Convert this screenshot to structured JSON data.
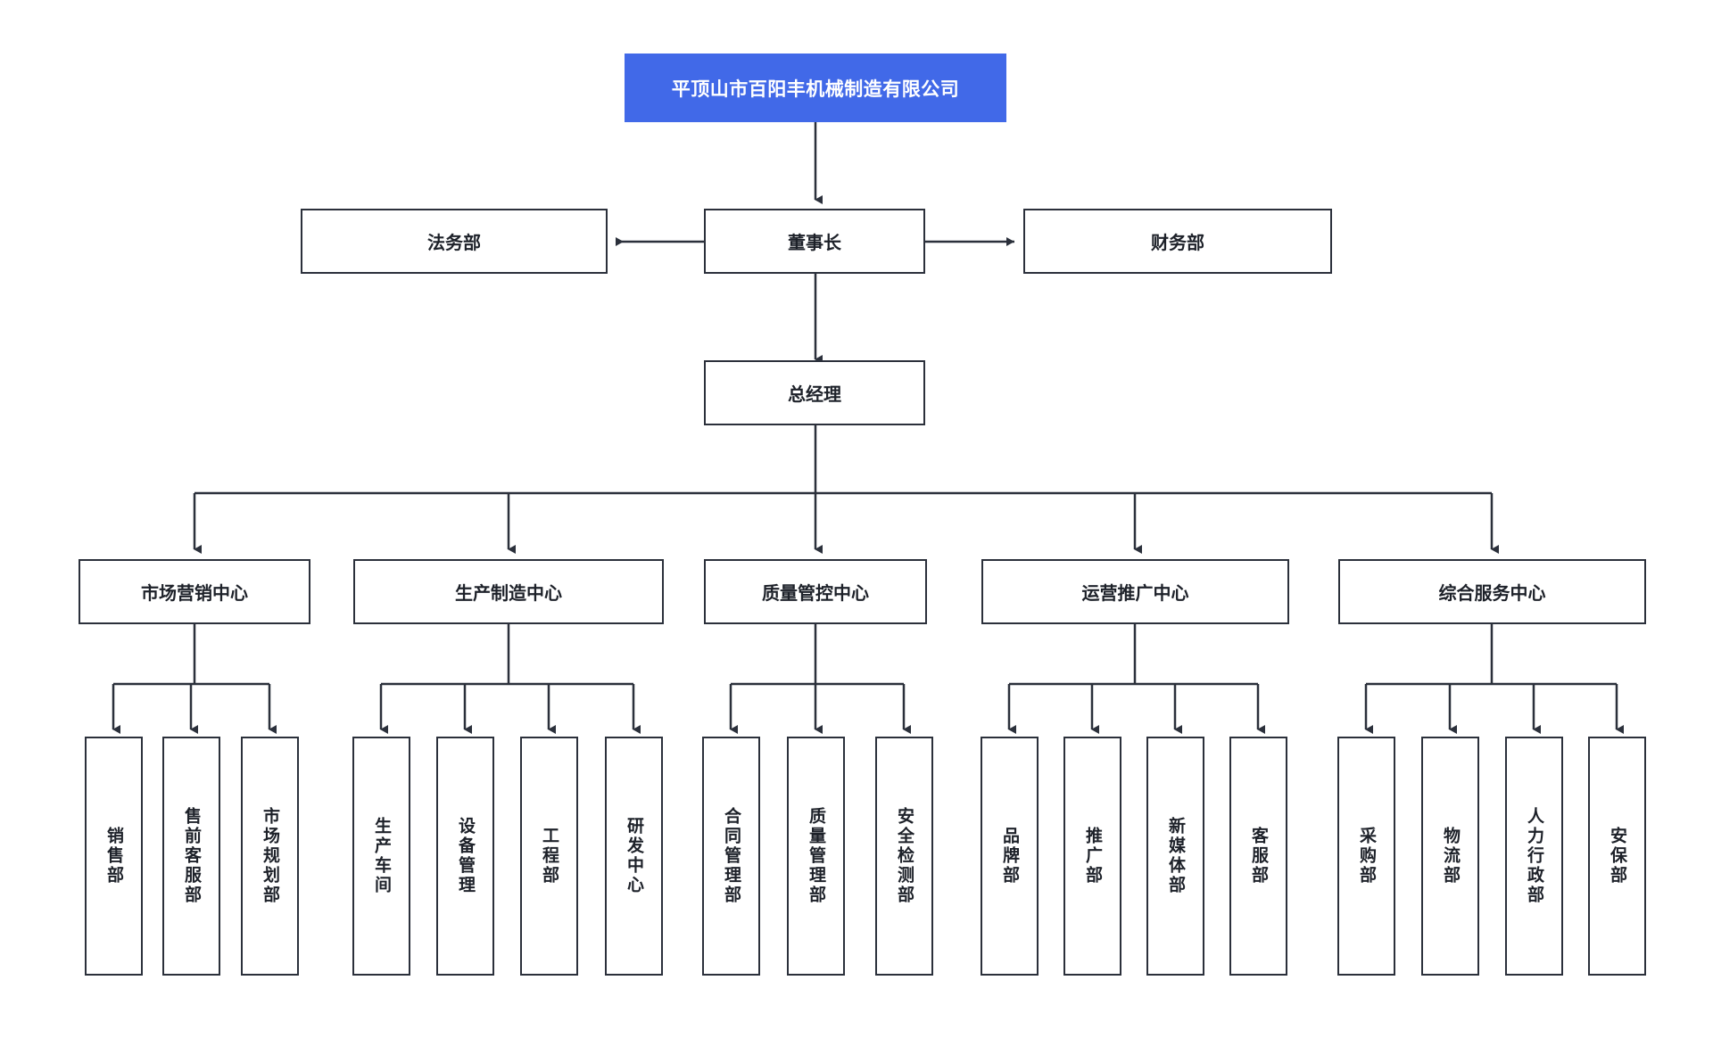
{
  "chart": {
    "type": "org-chart",
    "title": "平顶山市百阳丰机械制造有限公司",
    "accent_color": "#4169E8",
    "border_color": "#2B303B",
    "background_color": "#FFFFFF",
    "root": {
      "label": "平顶山市百阳丰机械制造有限公司"
    },
    "executive": {
      "chairman": "董事长",
      "legal": "法务部",
      "finance": "财务部",
      "general_manager": "总经理"
    },
    "centers": [
      {
        "label": "市场营销中心",
        "departments": [
          "销售部",
          "售前客服部",
          "市场规划部"
        ]
      },
      {
        "label": "生产制造中心",
        "departments": [
          "生产车间",
          "设备管理",
          "工程部",
          "研发中心"
        ]
      },
      {
        "label": "质量管控中心",
        "departments": [
          "合同管理部",
          "质量管理部",
          "安全检测部"
        ]
      },
      {
        "label": "运营推广中心",
        "departments": [
          "品牌部",
          "推广部",
          "新媒体部",
          "客服部"
        ]
      },
      {
        "label": "综合服务中心",
        "departments": [
          "采购部",
          "物流部",
          "人力行政部",
          "安保部"
        ]
      }
    ]
  }
}
